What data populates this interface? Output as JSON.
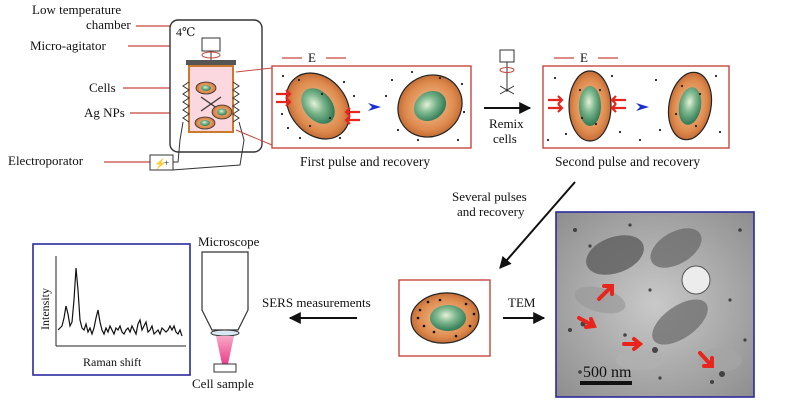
{
  "apparatus": {
    "low_temp_chamber_line1": "Low temperature",
    "low_temp_chamber_line2": "chamber",
    "temperature": "4℃",
    "micro_agitator": "Micro-agitator",
    "cells": "Cells",
    "ag_nps": "Ag NPs",
    "electroporator": "Electroporator"
  },
  "pulse_panels": {
    "field_label": "E",
    "first_caption": "First pulse and recovery",
    "second_caption": "Second pulse and recovery"
  },
  "remix": {
    "line1": "Remix",
    "line2": "cells"
  },
  "several_pulses": {
    "line1": "Several pulses",
    "line2": "and recovery"
  },
  "analysis": {
    "sers_label": "SERS measurements",
    "tem_label": "TEM",
    "microscope_label": "Microscope",
    "cell_sample_label": "Cell sample"
  },
  "spectrum": {
    "y_label": "Intensity",
    "x_label": "Raman shift"
  },
  "tem_image": {
    "scale_label": "500 nm"
  },
  "colors": {
    "panel_border": "#c8463f",
    "spectrum_border": "#2a2a9e",
    "cell_outer": "#d98a4e",
    "cell_inner": "#3f8f67",
    "arrow_red": "#e8251d",
    "arrow_blue": "#1c2fd0"
  }
}
